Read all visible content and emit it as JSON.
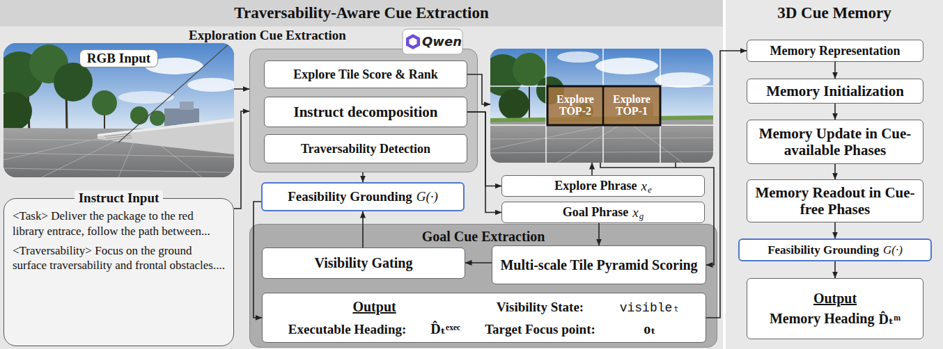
{
  "diagram": {
    "nodes": [
      {
        "text": [
          "Traversability-Aware Cue Extraction"
        ]
      },
      {
        "text": [
          "RGB Input"
        ],
        "in": 0
      },
      {
        "text": [
          "Exploration Cue Extraction"
        ],
        "in": 0
      },
      {
        "text": [
          "Explore Tile Score & Rank"
        ],
        "in": 2
      },
      {
        "text": [
          "Instruct decomposition"
        ],
        "in": 2
      },
      {
        "text": [
          "Traversability Detection"
        ],
        "in": 2
      },
      {
        "text": [
          "Explore TOP-2",
          "Explore TOP-1"
        ],
        "in": 0
      },
      {
        "text": [
          "Instruct Input",
          "<Task> Deliver the package to the red library entrace, follow the path between...",
          "<Traversability> Focus on the ground surface traversability and frontal obstacles...."
        ],
        "in": 0
      },
      {
        "text": [
          "Feasibility Grounding",
          "G(·)"
        ],
        "in": 0
      },
      {
        "text": [
          "Explore Phrase",
          "x",
          "e"
        ],
        "in": 0
      },
      {
        "text": [
          "Goal Phrase",
          "x",
          "g"
        ],
        "in": 0
      },
      {
        "text": [
          "Goal Cue Extraction"
        ],
        "in": 0
      },
      {
        "text": [
          "Visibility Gating"
        ],
        "in": 11
      },
      {
        "text": [
          "Multi-scale Tile Pyramid Scoring"
        ],
        "in": 11
      },
      {
        "text": [
          "Output",
          "Executable Heading:",
          "D̂ₜᵉˣᵉᶜ",
          "Visibility State:",
          "visibleₜ",
          "Target Focus point:",
          "oₜ"
        ],
        "in": 11
      },
      {
        "text": [
          "3D Cue Memory"
        ]
      },
      {
        "text": [
          "Memory Representation"
        ],
        "in": 15
      },
      {
        "text": [
          "Memory Initialization"
        ],
        "in": 15
      },
      {
        "text": [
          "Memory Update in Cue-available Phases"
        ],
        "in": 15
      },
      {
        "text": [
          "Memory Readout in Cue-free Phases"
        ],
        "in": 15
      },
      {
        "text": [
          "Feasibility Grounding",
          "G(·)"
        ],
        "in": 15
      },
      {
        "text": [
          "Output",
          "Memory Heading",
          "D̂ₜᵐ"
        ],
        "in": 15
      }
    ],
    "edges": [
      {
        "from": 1,
        "to": 2,
        "arrow": "to"
      },
      {
        "from": 7,
        "to": 2,
        "arrow": "to"
      },
      {
        "from": 3,
        "to": 6,
        "arrow": "to"
      },
      {
        "from": 4,
        "to": 9,
        "arrow": "to"
      },
      {
        "from": 4,
        "to": 10,
        "arrow": "to"
      },
      {
        "from": 2,
        "to": 8,
        "arrow": "to"
      },
      {
        "from": 9,
        "to": 6,
        "arrow": "to"
      },
      {
        "from": 10,
        "to": 13,
        "arrow": "to"
      },
      {
        "from": 6,
        "to": 13,
        "arrow": "to"
      },
      {
        "from": 13,
        "to": 12,
        "arrow": "to"
      },
      {
        "from": 12,
        "to": 8,
        "arrow": "to"
      },
      {
        "from": 8,
        "to": 14,
        "arrow": "to"
      },
      {
        "from": 14,
        "to": 16,
        "arrow": "to"
      },
      {
        "from": 16,
        "to": 17,
        "arrow": "to"
      },
      {
        "from": 17,
        "to": 18,
        "arrow": "to"
      },
      {
        "from": 18,
        "to": 19,
        "arrow": "to"
      },
      {
        "from": 19,
        "to": 20,
        "arrow": "to"
      },
      {
        "from": 20,
        "to": 21,
        "arrow": "to"
      }
    ],
    "labels": [
      "Qwen"
    ]
  }
}
